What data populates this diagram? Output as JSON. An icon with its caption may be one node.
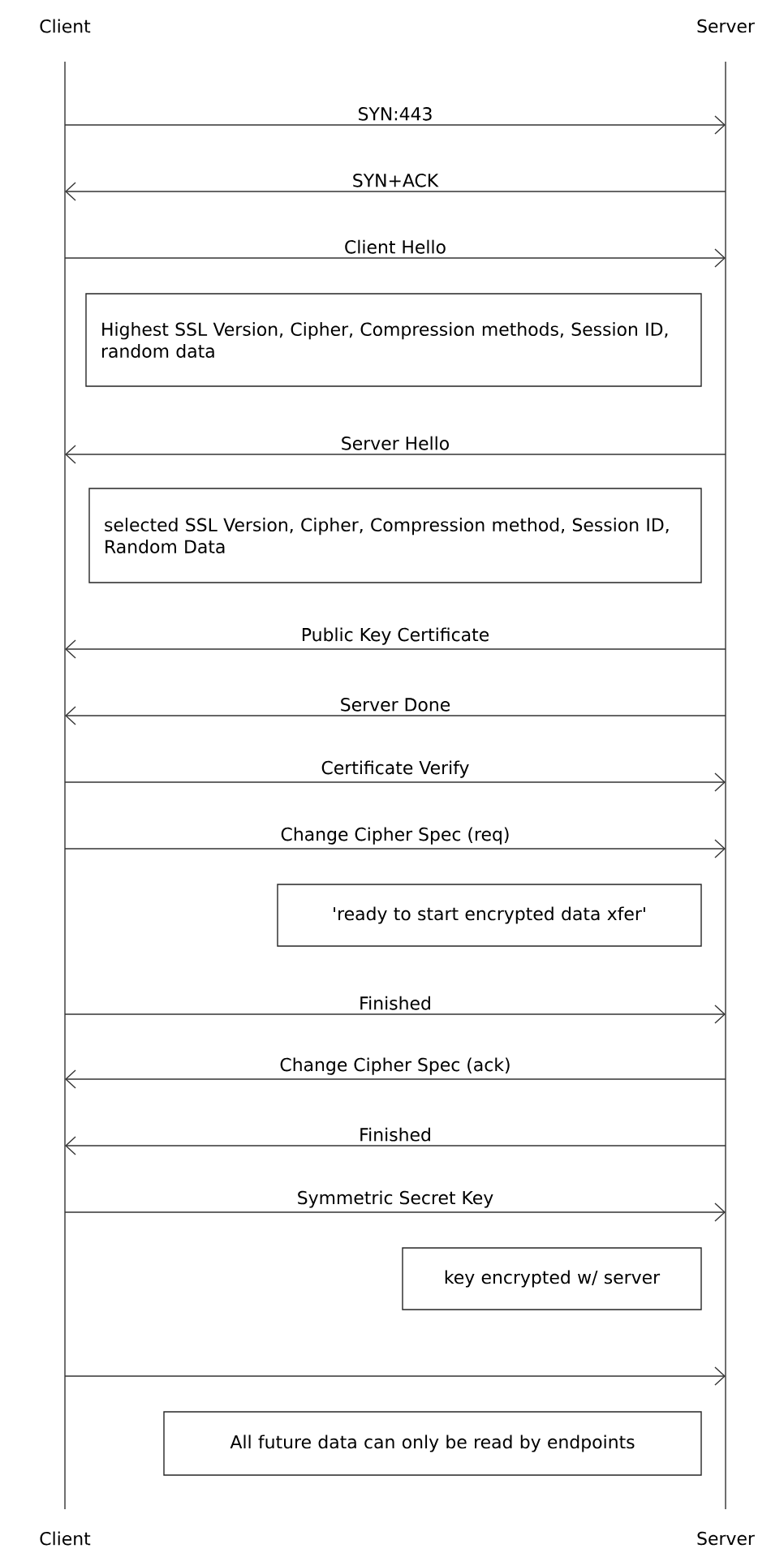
{
  "diagram": {
    "nodes": [
      {
        "text": [
          "Client",
          "Client"
        ]
      },
      {
        "text": [
          "Server",
          "Server"
        ]
      },
      {
        "text": [
          "Highest SSL Version, Cipher, Compression methods, Session ID, random data"
        ]
      },
      {
        "text": [
          "selected SSL Version, Cipher, Compression method, Session ID, Random Data"
        ]
      },
      {
        "text": [
          "'ready to start encrypted data xfer'"
        ]
      },
      {
        "text": [
          "key encrypted w/ server"
        ]
      },
      {
        "text": [
          "All future data can only be read by endpoints"
        ]
      }
    ],
    "edges": [
      {
        "from": 0,
        "to": 1,
        "arrow": "to",
        "label": "SYN:443"
      },
      {
        "from": 1,
        "to": 0,
        "arrow": "to",
        "label": "SYN+ACK"
      },
      {
        "from": 0,
        "to": 1,
        "arrow": "to",
        "label": "Client Hello"
      },
      {
        "from": 1,
        "to": 0,
        "arrow": "to",
        "label": "Server Hello"
      },
      {
        "from": 1,
        "to": 0,
        "arrow": "to",
        "label": "Public Key Certificate"
      },
      {
        "from": 1,
        "to": 0,
        "arrow": "to",
        "label": "Server Done"
      },
      {
        "from": 0,
        "to": 1,
        "arrow": "to",
        "label": "Certificate Verify"
      },
      {
        "from": 0,
        "to": 1,
        "arrow": "to",
        "label": "Change Cipher Spec (req)"
      },
      {
        "from": 0,
        "to": 1,
        "arrow": "to",
        "label": "Finished"
      },
      {
        "from": 1,
        "to": 0,
        "arrow": "to",
        "label": "Change Cipher Spec (ack)"
      },
      {
        "from": 1,
        "to": 0,
        "arrow": "to",
        "label": "Finished"
      },
      {
        "from": 0,
        "to": 1,
        "arrow": "to",
        "label": "Symmetric Secret Key"
      },
      {
        "from": 0,
        "to": 1,
        "arrow": "to"
      }
    ]
  }
}
